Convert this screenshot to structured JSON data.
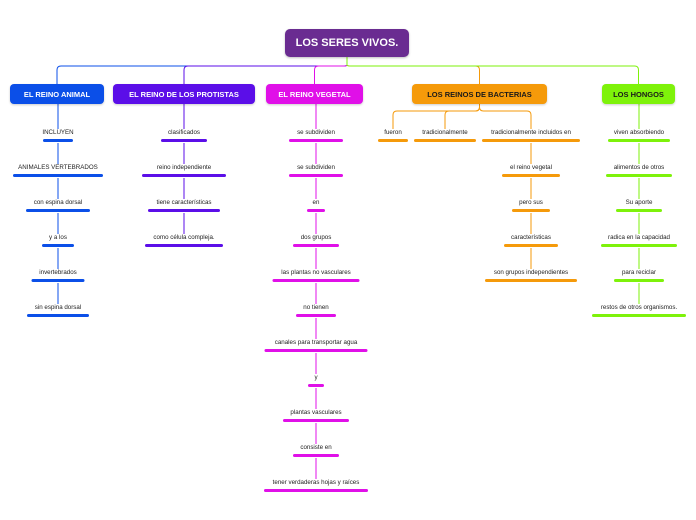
{
  "root": {
    "label": "LOS SERES VIVOS.",
    "color": "#6a2c91"
  },
  "branches": [
    {
      "label": "EL REINO ANIMAL",
      "color": "#0b4fe8",
      "text_color": "#ffffff",
      "chains": [
        [
          "INCLUYEN",
          "ANIMALES VERTEBRADOS",
          "con espina dorsal",
          "y a los",
          "invertebrados",
          "sin espina dorsal"
        ]
      ]
    },
    {
      "label": "EL REINO DE LOS PROTISTAS",
      "color": "#5b0ee8",
      "text_color": "#ffffff",
      "chains": [
        [
          "clasificados",
          "reino independiente",
          "tiene características",
          "como célula compleja."
        ]
      ]
    },
    {
      "label": "EL REINO VEGETAL",
      "color": "#e010e8",
      "text_color": "#ffffff",
      "chains": [
        [
          "se subdividen",
          "se subdividen",
          "en",
          "dos grupos",
          "las plantas no vasculares",
          "no tienen",
          "canales para transportar agua",
          "y",
          "plantas vasculares",
          "consiste en",
          "tener verdaderas hojas y raíces"
        ]
      ]
    },
    {
      "label": "LOS REINOS DE BACTERIAS",
      "color": "#f59a0a",
      "text_color": "#1a1a1a",
      "chains": [
        [
          "fueron"
        ],
        [
          "tradicionalmente"
        ],
        [
          "tradicionalmente incluidos en",
          "el reino vegetal",
          "pero sus",
          "características",
          "son grupos independientes"
        ]
      ]
    },
    {
      "label": "LOS HONGOS",
      "color": "#7ef20a",
      "text_color": "#1a1a1a",
      "chains": [
        [
          "viven absorbiendo",
          "alimentos de otros",
          "Su aporte",
          "radica en la capacidad",
          "para reciclar",
          "restos de otros organismos."
        ]
      ]
    }
  ]
}
